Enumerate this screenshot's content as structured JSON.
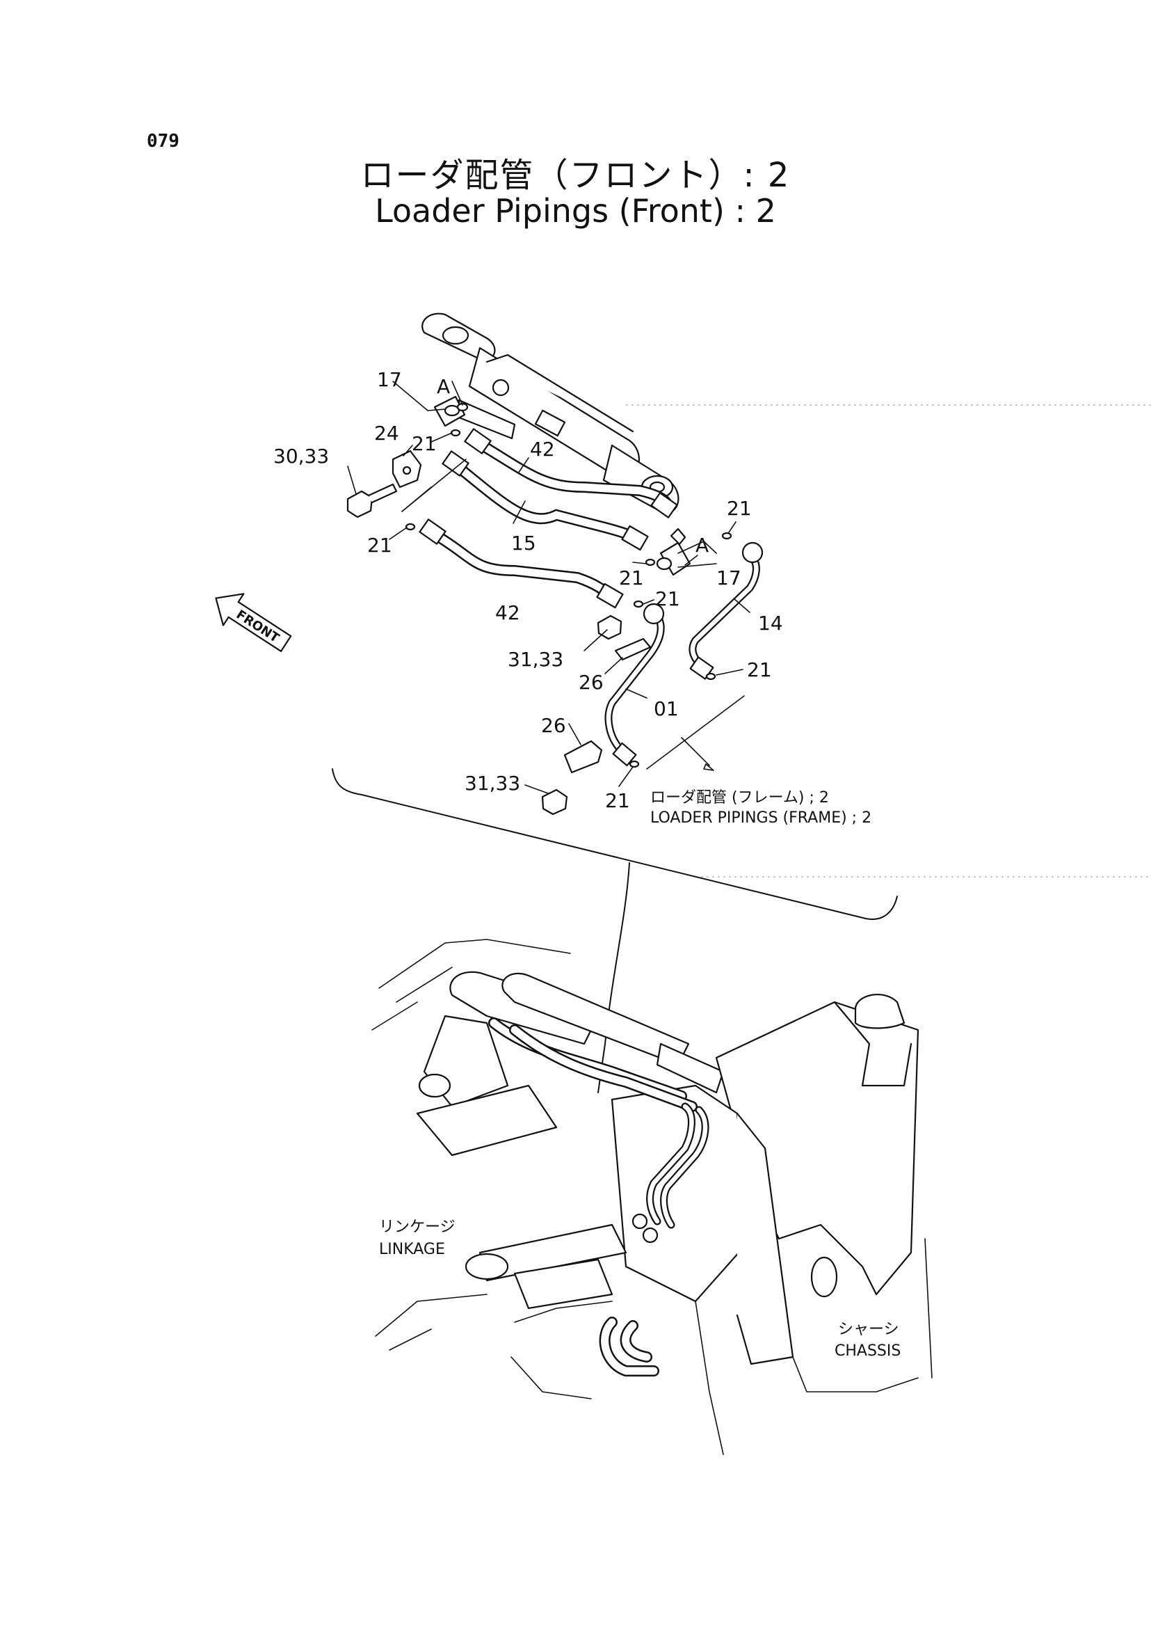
{
  "page": {
    "number": "079"
  },
  "title": {
    "japanese": "ローダ配管（フロント）: 2",
    "english": "Loader Pipings (Front) : 2"
  },
  "callouts": {
    "c17_top": "17",
    "a_top": "A",
    "c24": "24",
    "c21_a": "21",
    "c42_top": "42",
    "c30_33": "30,33",
    "c21_right": "21",
    "c15": "15",
    "a_right": "A",
    "c21_left": "21",
    "c21_mid": "21",
    "c17_right": "17",
    "c42_bottom": "42",
    "c21_lower": "21",
    "c14": "14",
    "c31_33_upper": "31,33",
    "c26_upper": "26",
    "c21_lower_right": "21",
    "c01": "01",
    "c26_lower": "26",
    "c31_33_lower": "31,33",
    "c21_bottom": "21"
  },
  "front_marker": "FRONT",
  "labels": {
    "frame_ref_jp": "ローダ配管 (フレーム) ; 2",
    "frame_ref_en": "LOADER PIPINGS (FRAME) ; 2",
    "linkage_jp": "リンケージ",
    "linkage_en": "LINKAGE",
    "chassis_jp": "シャーシ",
    "chassis_en": "CHASSIS"
  }
}
